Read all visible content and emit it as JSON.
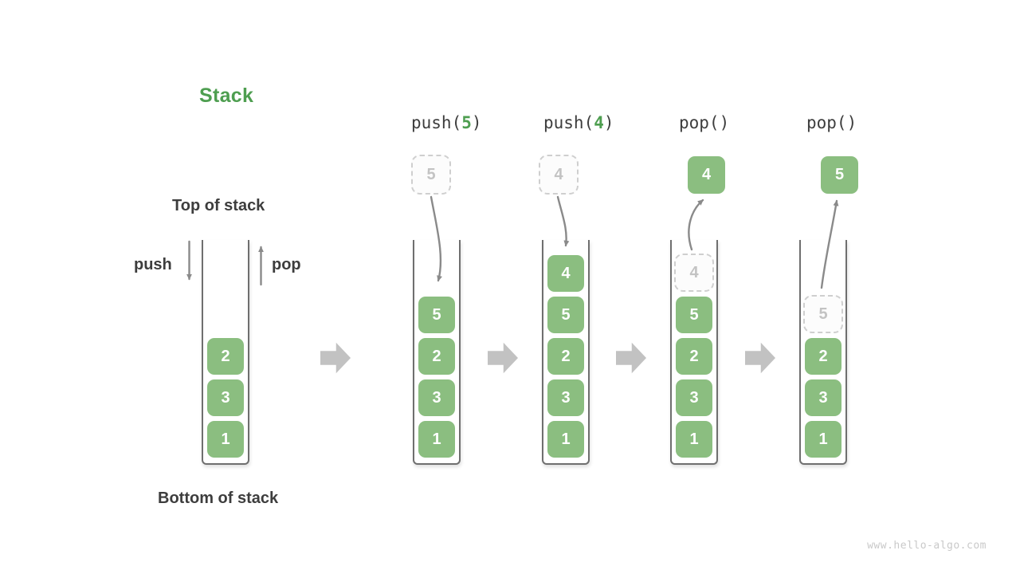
{
  "title": "Stack",
  "labels": {
    "top_of_stack": "Top of stack",
    "bottom_of_stack": "Bottom of stack",
    "push": "push",
    "pop": "pop"
  },
  "operations": [
    {
      "prefix": "push(",
      "arg": "5",
      "suffix": ")"
    },
    {
      "prefix": "push(",
      "arg": "4",
      "suffix": ")"
    },
    {
      "prefix": "pop()",
      "arg": "",
      "suffix": ""
    },
    {
      "prefix": "pop()",
      "arg": "",
      "suffix": ""
    }
  ],
  "columns": [
    {
      "name": "initial-stack",
      "cells": [
        {
          "v": "2"
        },
        {
          "v": "3"
        },
        {
          "v": "1"
        }
      ]
    },
    {
      "name": "after-push-5",
      "float": {
        "v": "5"
      },
      "cells": [
        {
          "v": "5"
        },
        {
          "v": "2"
        },
        {
          "v": "3"
        },
        {
          "v": "1"
        }
      ]
    },
    {
      "name": "after-push-4",
      "float": {
        "v": "4"
      },
      "cells": [
        {
          "v": "4"
        },
        {
          "v": "5"
        },
        {
          "v": "2"
        },
        {
          "v": "3"
        },
        {
          "v": "1"
        }
      ]
    },
    {
      "name": "after-pop-4",
      "float": {
        "v": "4"
      },
      "cells": [
        {
          "v": "4"
        },
        {
          "v": "5"
        },
        {
          "v": "2"
        },
        {
          "v": "3"
        },
        {
          "v": "1"
        }
      ]
    },
    {
      "name": "after-pop-5",
      "float": {
        "v": "5"
      },
      "cells": [
        {
          "v": "5"
        },
        {
          "v": "2"
        },
        {
          "v": "3"
        },
        {
          "v": "1"
        }
      ]
    }
  ],
  "watermark": "www.hello-algo.com",
  "colors": {
    "box_green": "#8bbe80",
    "accent_green": "#4e9e50",
    "text_dark": "#3d3d3d",
    "arrow_gray": "#8a8a8a",
    "block_arrow_gray": "#c2c2c2",
    "dashed_gray": "#cfcfcf",
    "watermark_gray": "#c9c9c9"
  }
}
